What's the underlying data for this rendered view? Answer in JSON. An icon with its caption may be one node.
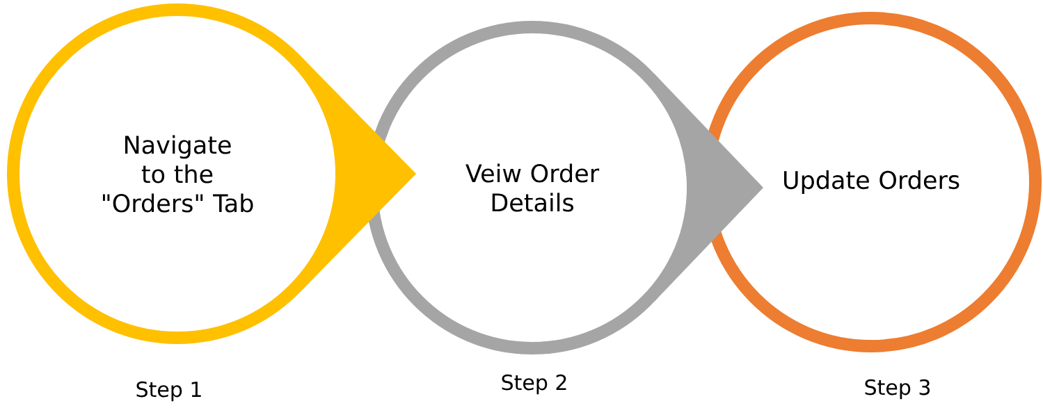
{
  "diagram": {
    "nodes": [
      {
        "text": [
          "Navigate to the \"Orders\" Tab"
        ],
        "beside": [
          "Step 1"
        ]
      },
      {
        "text": [
          "Veiw Order Details"
        ],
        "beside": [
          "Step 2"
        ]
      },
      {
        "text": [
          "Update Orders"
        ],
        "beside": [
          "Step 3"
        ]
      }
    ],
    "edges": [
      {
        "from": 0,
        "to": 1,
        "arrow": "to",
        "color": "#ffc000"
      },
      {
        "from": 1,
        "to": 2,
        "arrow": "to",
        "color": "#a5a5a5"
      }
    ]
  }
}
